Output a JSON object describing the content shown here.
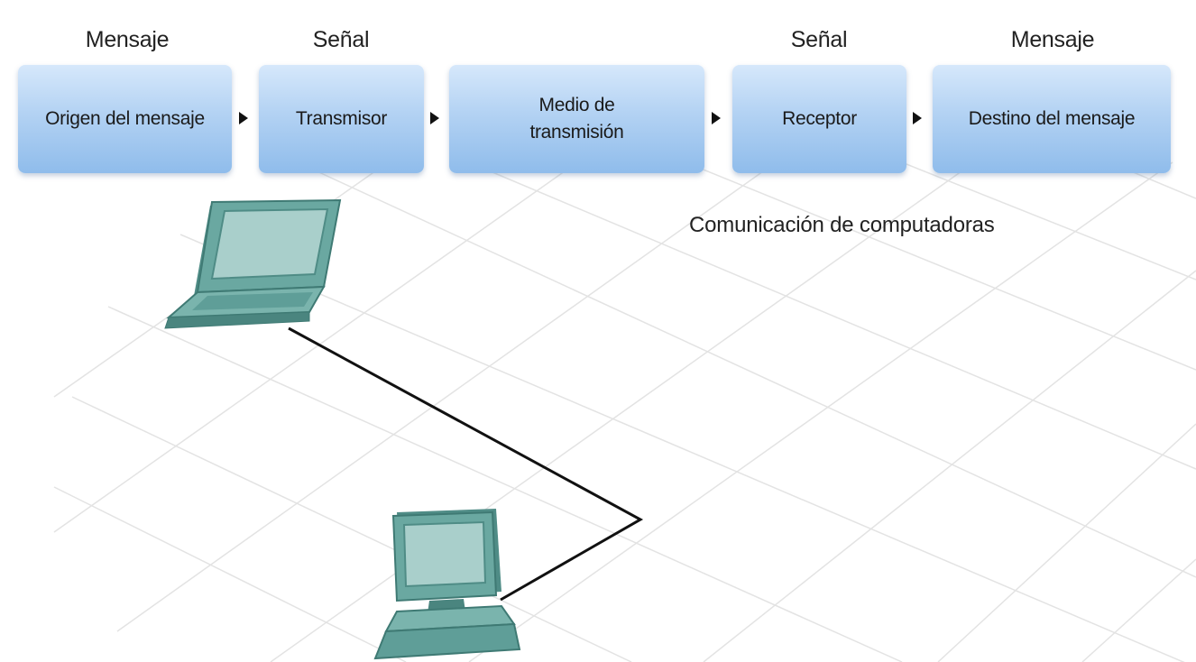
{
  "stages": [
    {
      "top_label": "Mensaje",
      "block_label": "Origen del mensaje"
    },
    {
      "top_label": "Señal",
      "block_label": "Transmisor"
    },
    {
      "top_label": "",
      "block_label_line1": "Medio de",
      "block_label_line2": "transmisión"
    },
    {
      "top_label": "Señal",
      "block_label": "Receptor"
    },
    {
      "top_label": "Mensaje",
      "block_label": "Destino del mensaje"
    }
  ],
  "caption": "Comunicación de computadoras",
  "icons": {
    "source_device": "laptop-icon",
    "destination_device": "desktop-computer-icon",
    "link": "network-cable"
  },
  "colors": {
    "block_top": "#d6e8fb",
    "block_bottom": "#8fbceb",
    "device": "#5f9e98",
    "grid": "#e4e4e4"
  }
}
